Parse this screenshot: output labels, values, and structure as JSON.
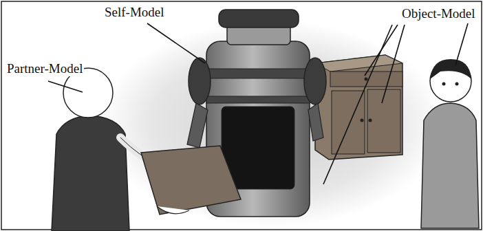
{
  "diagram": {
    "labels": [
      "Self-Model",
      "Partner-Model",
      "Object-Model"
    ]
  }
}
